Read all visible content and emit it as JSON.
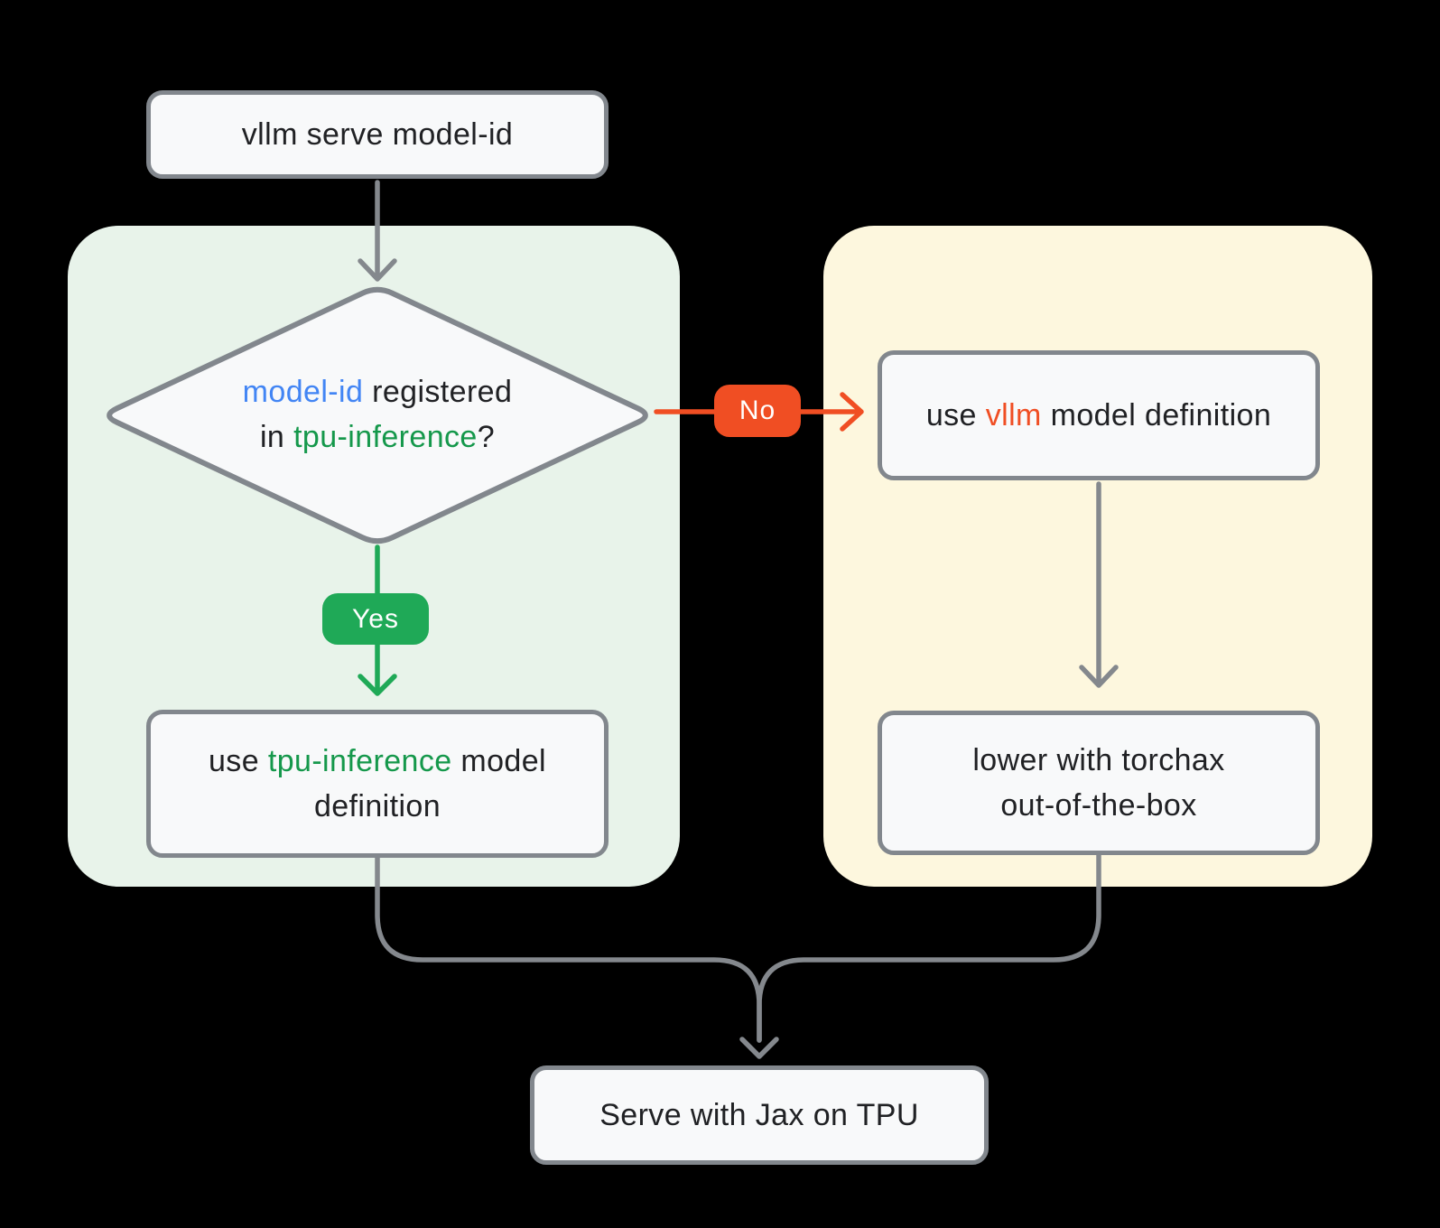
{
  "diagram": {
    "title_hint": "vLLM TPU serving decision flowchart",
    "colors": {
      "background": "#000000",
      "green_panel": "#E8F3EA",
      "yellow_panel": "#FDF7DE",
      "node_fill": "#F8F9FA",
      "node_border": "#82878D",
      "wire_gray": "#84888D",
      "yes_green": "#1FA957",
      "text_green": "#15984B",
      "no_orange": "#F04E23",
      "text_blue": "#4285F4",
      "text_black": "#202124"
    },
    "nodes": {
      "start": {
        "text": "vllm serve model-id"
      },
      "decision": {
        "line1": {
          "model_id": "model-id",
          "rest": " registered"
        },
        "line2": {
          "prefix": "in ",
          "tpu": "tpu-inference",
          "suffix": "?"
        }
      },
      "tpu_box": {
        "line1_prefix": "use ",
        "line1_term": "tpu-inference",
        "line1_suffix": " model",
        "line2": "definition"
      },
      "vllm_box": {
        "prefix": "use ",
        "term": "vllm",
        "suffix": " model definition"
      },
      "torchax_box": {
        "line1": "lower with torchax",
        "line2": "out-of-the-box"
      },
      "serve_box": {
        "text": "Serve with Jax on TPU"
      }
    },
    "edges": {
      "yes_label": "Yes",
      "no_label": "No"
    }
  }
}
